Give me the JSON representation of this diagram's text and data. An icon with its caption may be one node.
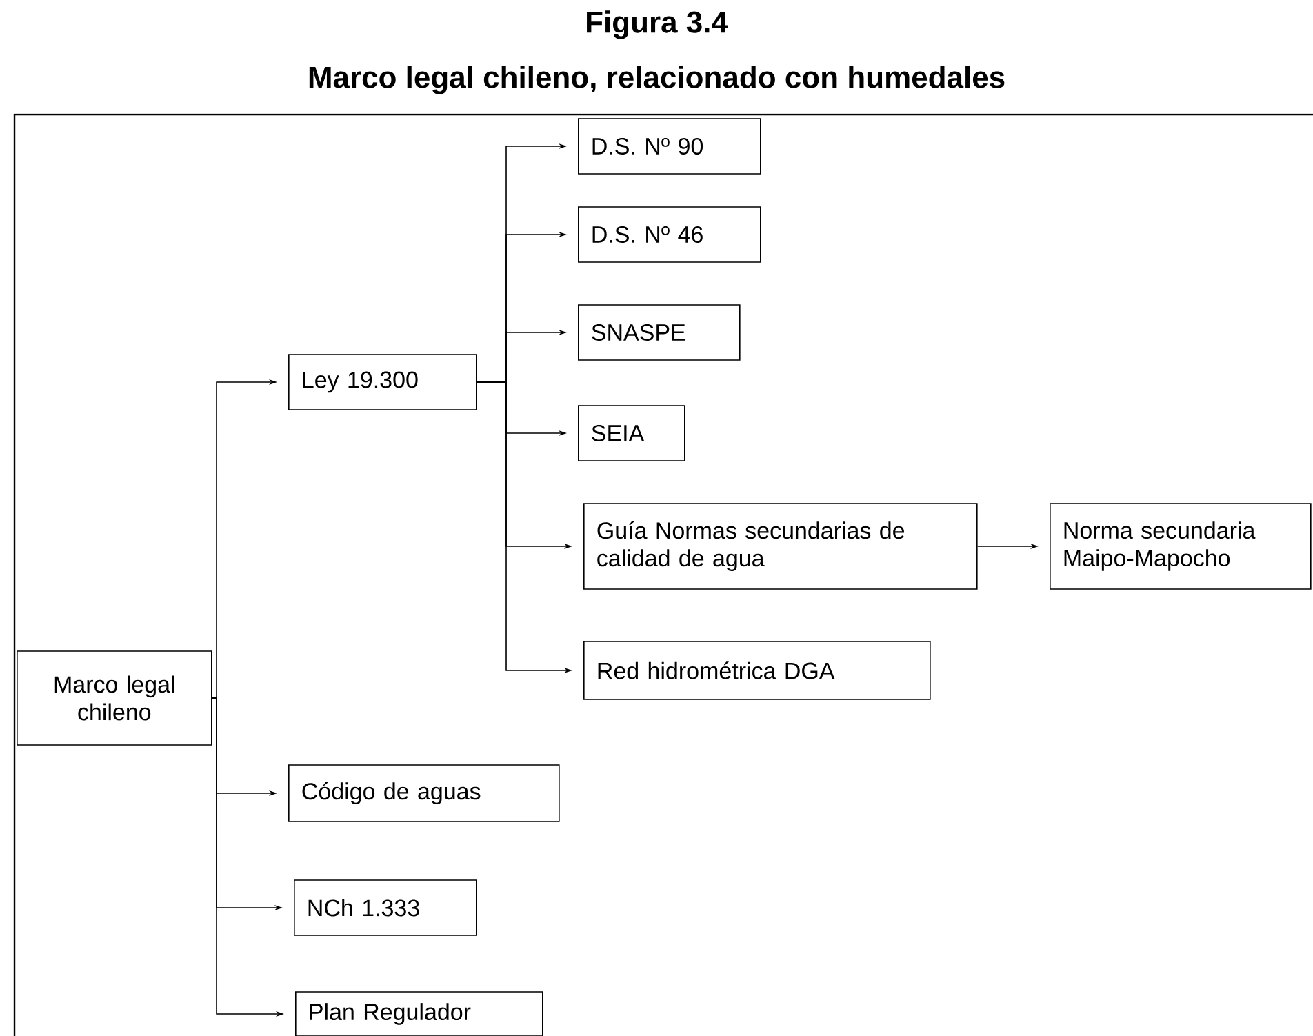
{
  "diagram": {
    "title": "Figura 3.4",
    "labels": [
      "Marco legal chileno, relacionado con humedales"
    ],
    "nodes": [
      {
        "text": [
          "Marco legal chileno"
        ]
      },
      {
        "text": [
          "Ley 19.300"
        ]
      },
      {
        "text": [
          "D.S. Nº 90"
        ]
      },
      {
        "text": [
          "D.S. Nº 46"
        ]
      },
      {
        "text": [
          "SNASPE"
        ]
      },
      {
        "text": [
          "SEIA"
        ]
      },
      {
        "text": [
          "Guía Normas secundarias de calidad de agua"
        ]
      },
      {
        "text": [
          "Norma secundaria Maipo-Mapocho"
        ]
      },
      {
        "text": [
          "Red hidrométrica DGA"
        ]
      },
      {
        "text": [
          "Código de aguas"
        ]
      },
      {
        "text": [
          "NCh 1.333"
        ]
      },
      {
        "text": [
          "Plan Regulador"
        ]
      }
    ],
    "edges": [
      {
        "from": 0,
        "to": 1,
        "arrow": "to"
      },
      {
        "from": 0,
        "to": 9,
        "arrow": "to"
      },
      {
        "from": 0,
        "to": 10,
        "arrow": "to"
      },
      {
        "from": 0,
        "to": 11,
        "arrow": "to"
      },
      {
        "from": 1,
        "to": 2,
        "arrow": "to"
      },
      {
        "from": 1,
        "to": 3,
        "arrow": "to"
      },
      {
        "from": 1,
        "to": 4,
        "arrow": "to"
      },
      {
        "from": 1,
        "to": 5,
        "arrow": "to"
      },
      {
        "from": 1,
        "to": 6,
        "arrow": "to"
      },
      {
        "from": 1,
        "to": 8,
        "arrow": "to"
      },
      {
        "from": 6,
        "to": 7,
        "arrow": "to"
      }
    ]
  }
}
